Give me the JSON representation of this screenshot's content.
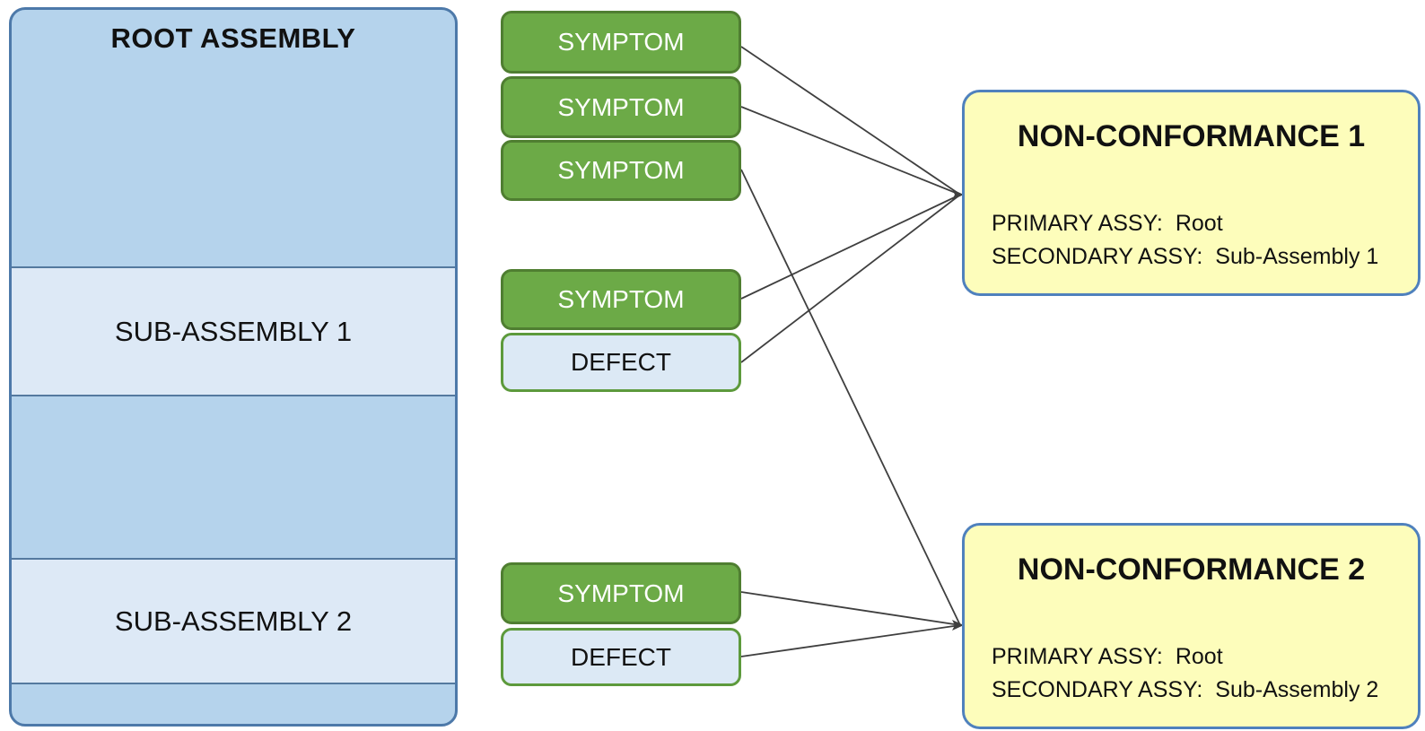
{
  "diagram": {
    "root_assembly": {
      "title": "ROOT ASSEMBLY",
      "sub_assembly_1": "SUB-ASSEMBLY 1",
      "sub_assembly_2": "SUB-ASSEMBLY 2"
    },
    "symptoms": [
      {
        "label": "SYMPTOM",
        "connects_to": "NON-CONFORMANCE 1"
      },
      {
        "label": "SYMPTOM",
        "connects_to": "NON-CONFORMANCE 1"
      },
      {
        "label": "SYMPTOM",
        "connects_to": "NON-CONFORMANCE 2"
      },
      {
        "label": "SYMPTOM",
        "connects_to": "NON-CONFORMANCE 1"
      },
      {
        "label": "SYMPTOM",
        "connects_to": "NON-CONFORMANCE 2"
      }
    ],
    "defects": [
      {
        "label": "DEFECT",
        "connects_to": "NON-CONFORMANCE 1"
      },
      {
        "label": "DEFECT",
        "connects_to": "NON-CONFORMANCE 2"
      }
    ],
    "non_conformances": [
      {
        "title": "NON-CONFORMANCE 1",
        "primary_label": "PRIMARY ASSY:",
        "primary_value": "Root",
        "secondary_label": "SECONDARY ASSY:",
        "secondary_value": "Sub-Assembly 1"
      },
      {
        "title": "NON-CONFORMANCE 2",
        "primary_label": "PRIMARY ASSY:",
        "primary_value": "Root",
        "secondary_label": "SECONDARY ASSY:",
        "secondary_value": "Sub-Assembly 2"
      }
    ],
    "connections": [
      {
        "from": "symptom-1",
        "to": "non-conformance-1"
      },
      {
        "from": "symptom-2",
        "to": "non-conformance-1"
      },
      {
        "from": "symptom-3",
        "to": "non-conformance-2"
      },
      {
        "from": "symptom-4",
        "to": "non-conformance-1"
      },
      {
        "from": "defect-1",
        "to": "non-conformance-1"
      },
      {
        "from": "symptom-5",
        "to": "non-conformance-2"
      },
      {
        "from": "defect-2",
        "to": "non-conformance-2"
      }
    ],
    "colors": {
      "root_fill": "#b5d3ec",
      "sub_assembly_fill": "#dde9f6",
      "blue_border": "#4d79a9",
      "symptom_fill": "#6caa47",
      "symptom_border": "#4f7e31",
      "defect_fill": "#dce9f5",
      "non_conformance_fill": "#fdfdbb",
      "non_conformance_border": "#4f81bd",
      "connector_line": "#3f3f3f"
    }
  }
}
